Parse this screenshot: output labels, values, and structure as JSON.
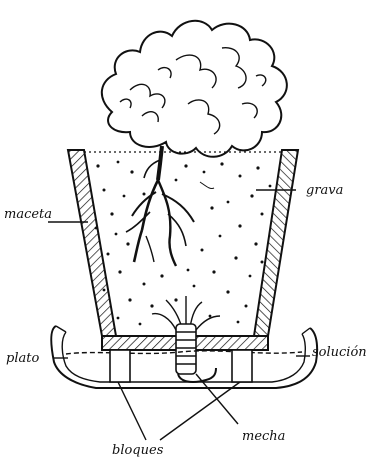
{
  "labels": {
    "maceta": "maceta",
    "grava": "grava",
    "plato": "plato",
    "solucion": "solución",
    "mecha": "mecha",
    "bloques": "bloques"
  }
}
